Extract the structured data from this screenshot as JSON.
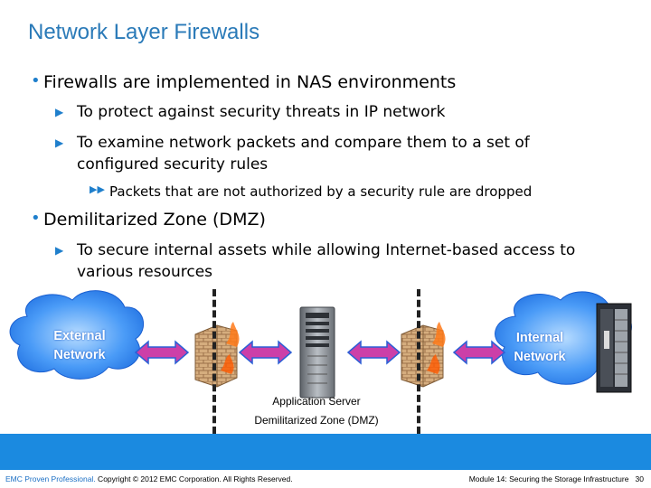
{
  "slide": {
    "title": "Network Layer Firewalls",
    "bullets": {
      "b1": "Firewalls are implemented in NAS environments",
      "b1_sub1": "To protect against security threats in IP network",
      "b1_sub2": "To examine network packets and compare them to a set of configured security rules",
      "b1_sub2_sub1": "Packets that are not authorized by a security rule are dropped",
      "b2": "Demilitarized Zone (DMZ)",
      "b2_sub1": "To secure internal assets while allowing Internet-based access to various resources"
    }
  },
  "diagram": {
    "external_cloud": {
      "line1": "External",
      "line2": "Network"
    },
    "internal_cloud": {
      "line1": "Internal",
      "line2": "Network"
    },
    "caption": {
      "line1": "Application Server",
      "line2": "Demilitarized Zone (DMZ)"
    },
    "colors": {
      "cloud": "#3a8ff5",
      "arrow": "#cc3fa8",
      "firewall": "#c9a070",
      "server": "#8a8f96"
    }
  },
  "footer": {
    "brand": "EMC Proven Professional.",
    "copyright": " Copyright © 2012 EMC Corporation. All Rights Reserved.",
    "module": "Module 14: Securing the Storage Infrastructure",
    "page": "30",
    "color": "#1b8ae0"
  }
}
